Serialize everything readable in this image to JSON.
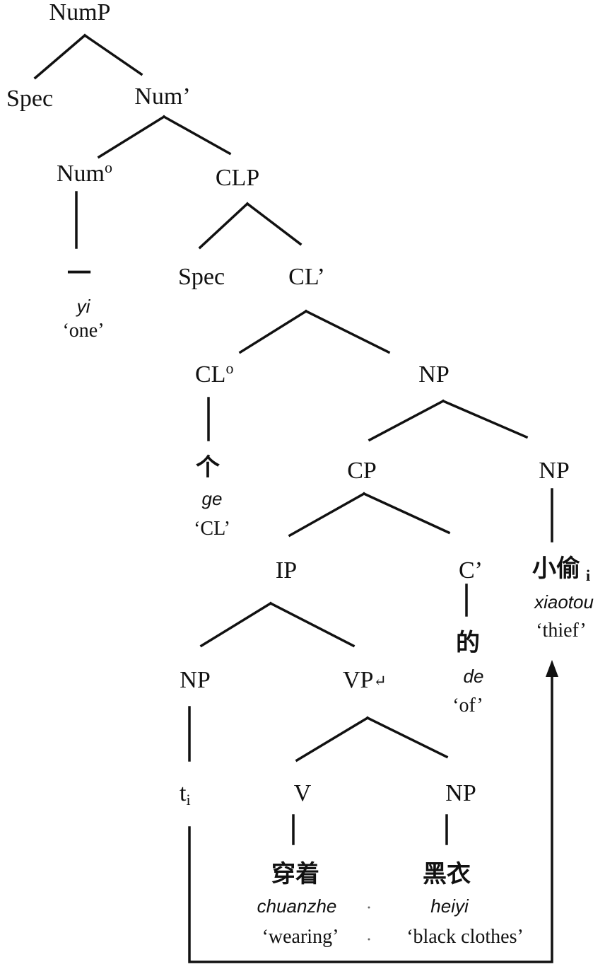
{
  "nodes": {
    "nump": "NumP",
    "spec_top": "Spec",
    "num_bar": "Num’",
    "num_head": "Num",
    "num_head_sup": "o",
    "clp": "CLP",
    "spec_cl": "Spec",
    "cl_bar": "CL’",
    "cl_head": "CL",
    "cl_head_sup": "o",
    "np_top": "NP",
    "cp": "CP",
    "np_right": "NP",
    "ip": "IP",
    "c_bar": "C’",
    "np_subj": "NP",
    "vp": "VP",
    "vp_mark": "↵",
    "v": "V",
    "np_obj": "NP"
  },
  "leaves": {
    "yi": {
      "hanzi": "一",
      "pinyin": "yi",
      "gloss": "‘one’"
    },
    "ge": {
      "hanzi": "个",
      "pinyin": "ge",
      "gloss": "‘CL’"
    },
    "xiaotou": {
      "hanzi": "小偷",
      "index": "i",
      "pinyin": "xiaotou",
      "gloss": "‘thief’"
    },
    "de": {
      "hanzi": "的",
      "pinyin": "de",
      "gloss": "‘of’"
    },
    "trace": {
      "label": "t",
      "index": "i"
    },
    "chuanzhe": {
      "hanzi": "穿着",
      "pinyin": "chuanzhe",
      "gloss": "‘wearing’"
    },
    "heiyi": {
      "hanzi": "黑衣",
      "pinyin": "heiyi",
      "gloss": "‘black clothes’"
    }
  }
}
